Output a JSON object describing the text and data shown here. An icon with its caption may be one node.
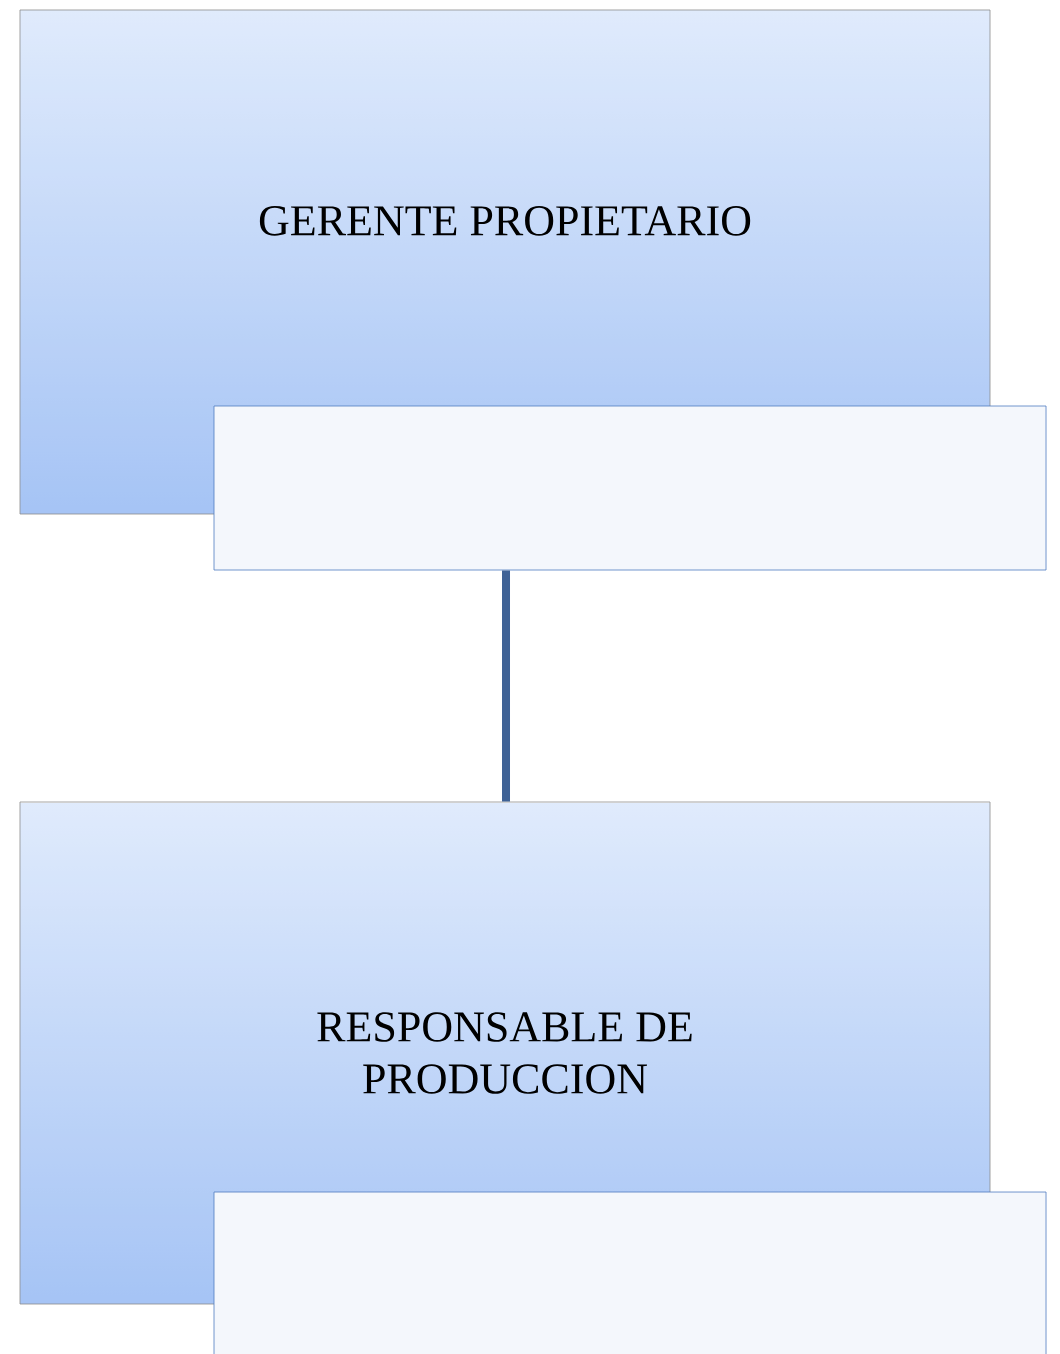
{
  "diagram": {
    "nodes": [
      {
        "text": [
          "GERENTE PROPIETARIO"
        ]
      },
      {
        "text": [],
        "shape": "box"
      },
      {
        "text": [
          "RESPONSABLE DE PRODUCCION"
        ]
      },
      {
        "text": [],
        "shape": "box"
      }
    ],
    "edges": [
      {
        "from": 1,
        "to": 2,
        "arrow": "none"
      }
    ]
  }
}
